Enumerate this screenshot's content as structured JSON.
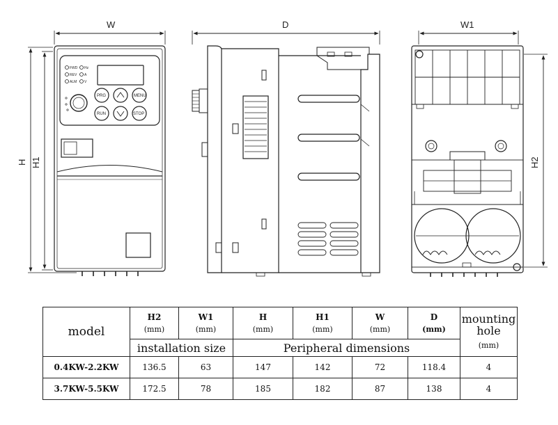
{
  "drawing": {
    "front_view": {
      "width_label": "W",
      "height_label": "H",
      "height1_label": "H1"
    },
    "side_view": {
      "depth_label": "D"
    },
    "back_view": {
      "width1_label": "W1",
      "height2_label": "H2"
    },
    "keypad": {
      "indicators": [
        "FWD",
        "Hz",
        "REV",
        "A",
        "ALM",
        "V"
      ],
      "keys": [
        "PRG",
        "",
        "MENU",
        "RUN",
        "",
        "STOP"
      ]
    }
  },
  "table": {
    "model_header": "model",
    "columns": [
      {
        "symbol": "H2",
        "unit": "(mm)"
      },
      {
        "symbol": "W1",
        "unit": "(mm)"
      },
      {
        "symbol": "H",
        "unit": "(mm)"
      },
      {
        "symbol": "H1",
        "unit": "(mm)"
      },
      {
        "symbol": "W",
        "unit": "(mm)"
      },
      {
        "symbol": "D",
        "unit": "(mm)"
      }
    ],
    "group_installation": "installation size",
    "group_peripheral": "Peripheral dimensions",
    "mounting_header_1": "mounting",
    "mounting_header_2": "hole",
    "mounting_unit": "(mm)",
    "rows": [
      {
        "model": "0.4KW-2.2KW",
        "values": [
          "136.5",
          "63",
          "147",
          "142",
          "72",
          "118.4",
          "4"
        ]
      },
      {
        "model": "3.7KW-5.5KW",
        "values": [
          "172.5",
          "78",
          "185",
          "182",
          "87",
          "138",
          "4"
        ]
      }
    ]
  }
}
